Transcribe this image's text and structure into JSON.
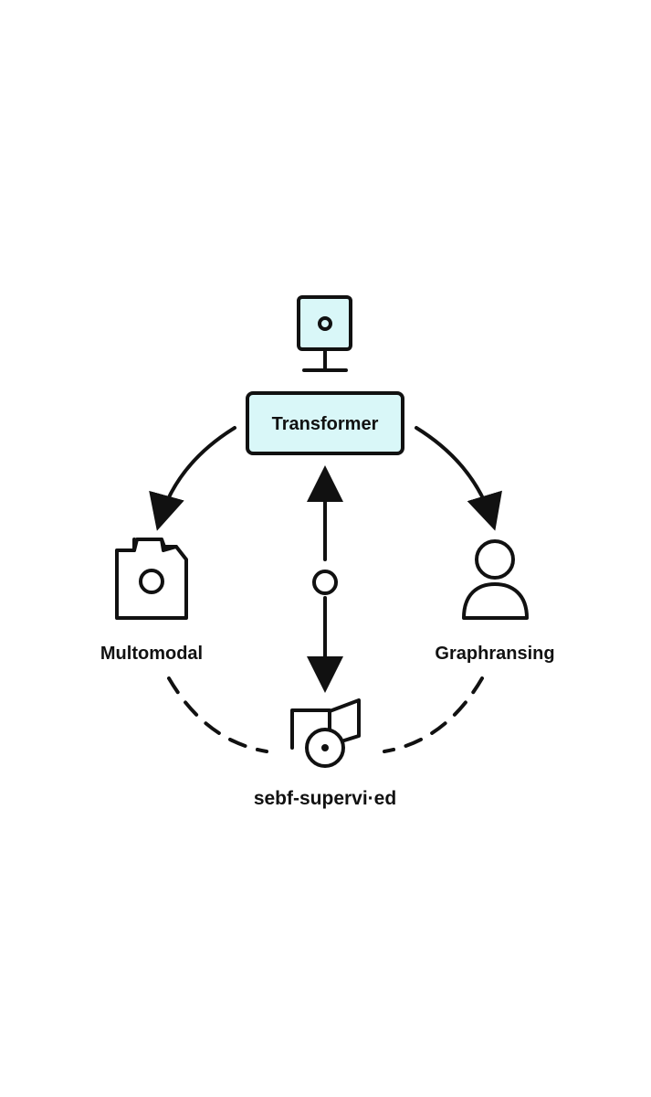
{
  "colors": {
    "background": "#ffffff",
    "stroke": "#111111",
    "accent_fill": "#d9f7f8"
  },
  "nodes": {
    "center": {
      "label": "Transformer",
      "icon": "monitor-icon"
    },
    "left": {
      "label": "Multomodal",
      "icon": "image-document-icon"
    },
    "right": {
      "label": "Graphransing",
      "icon": "user-icon"
    },
    "bottom": {
      "label": "sebf-supervi·ed",
      "icon": "media-disc-icon"
    }
  },
  "connectors": {
    "center_link": {
      "icon": "circle-node-icon",
      "direction": "bidirectional"
    },
    "top_left": {
      "style": "solid",
      "direction": "to-left"
    },
    "top_right": {
      "style": "solid",
      "direction": "to-right"
    },
    "bottom_arcs": {
      "style": "dashed"
    }
  }
}
